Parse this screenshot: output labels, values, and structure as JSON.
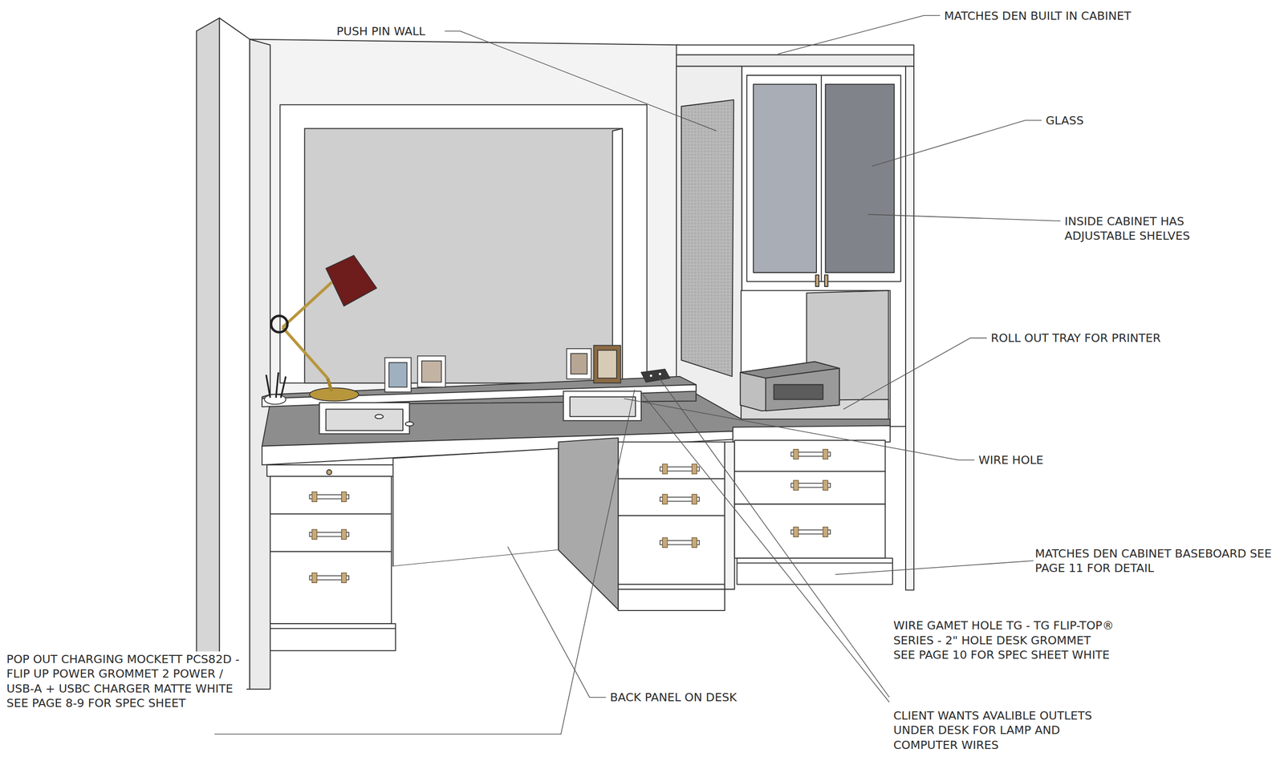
{
  "diagram": {
    "labels": [
      "PUSH PIN WALL",
      "MATCHES DEN BUILT IN CABINET",
      "GLASS",
      "INSIDE CABINET HAS ADJUSTABLE SHELVES",
      "ROLL OUT TRAY FOR PRINTER",
      "WIRE HOLE",
      "MATCHES DEN CABINET BASEBOARD SEE PAGE 11 FOR DETAIL",
      "WIRE GAMET HOLE TG - TG FLIP-TOP® SERIES - 2\" HOLE DESK GROMMET SEE PAGE 10 FOR SPEC SHEET WHITE",
      "CLIENT WANTS AVALIBLE OUTLETS UNDER DESK FOR LAMP AND COMPUTER WIRES",
      "BACK PANEL ON DESK",
      "POP OUT CHARGING MOCKETT PCS82D - FLIP UP POWER GROMMET 2 POWER / USB-A + USBC CHARGER MATTE WHITE SEE PAGE 8-9 FOR SPEC SHEET"
    ]
  }
}
